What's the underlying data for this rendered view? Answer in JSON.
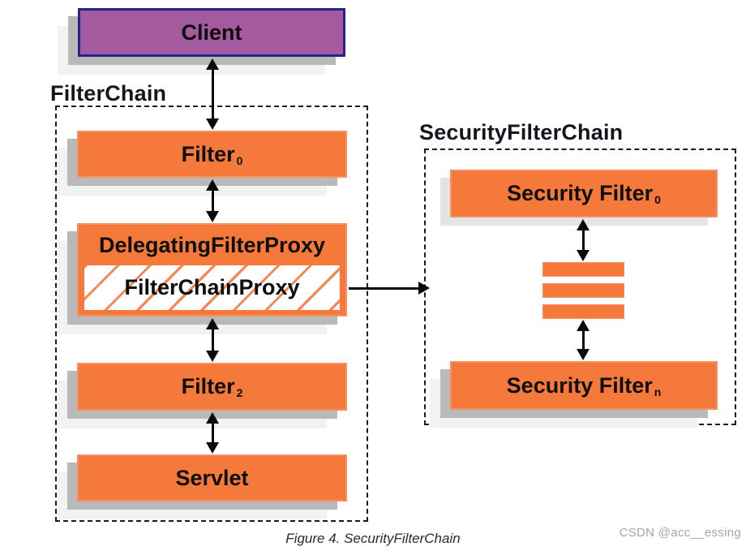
{
  "diagram": {
    "client": {
      "label": "Client"
    },
    "filter_chain": {
      "title": "FilterChain",
      "filter0": {
        "label": "Filter",
        "sub": "0"
      },
      "delegating_filter_proxy": {
        "label": "DelegatingFilterProxy"
      },
      "filter_chain_proxy": {
        "label": "FilterChainProxy"
      },
      "filter2": {
        "label": "Filter",
        "sub": "2"
      },
      "servlet": {
        "label": "Servlet"
      }
    },
    "security_filter_chain": {
      "title": "SecurityFilterChain",
      "filter_top": {
        "label": "Security Filter",
        "sub": "0"
      },
      "filter_bottom": {
        "label": "Security Filter",
        "sub": "n"
      },
      "stack_bar_count": 3
    },
    "caption": "Figure 4. SecurityFilterChain",
    "watermark": "CSDN @acc__essing",
    "colors": {
      "node_orange": "#f4793a",
      "orange_edge": "#f69166",
      "hatch_line": "#f5854f",
      "client_purple": "#a45a9f",
      "client_border": "#23238b",
      "shadow_gray": "#b9b9b9",
      "shadow_light": "#e4e4e4",
      "dashed_border": "#1b1b1b",
      "arrow_black": "#0a0a0a",
      "watermark_gray": "#a6a6a6"
    }
  }
}
